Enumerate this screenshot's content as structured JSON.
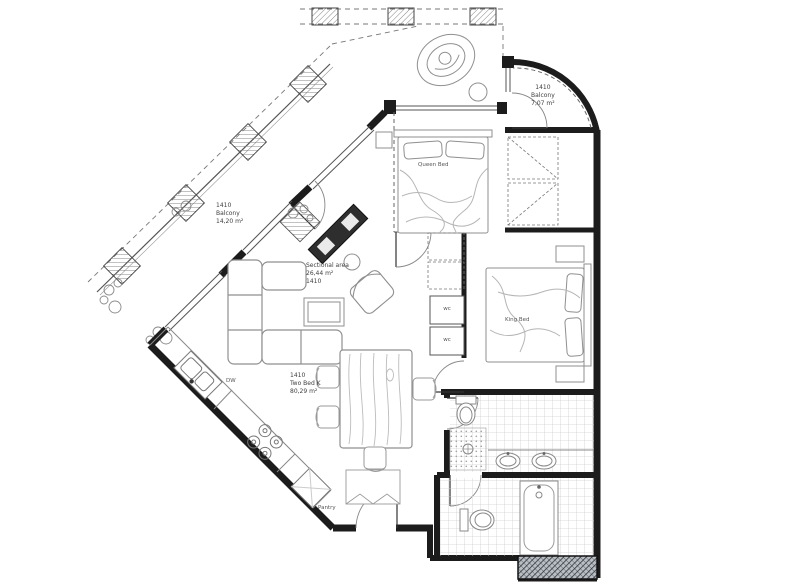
{
  "floor_plan": {
    "unit": {
      "number": "1410",
      "type": "Two Bed K",
      "area": "80,29 m²"
    },
    "living": {
      "name": "Sectional area",
      "area": "26,44 m²",
      "unit_number": "1410"
    },
    "balcony_left": {
      "unit_number": "1410",
      "name": "Balcony",
      "area": "14,20 m²"
    },
    "balcony_right": {
      "unit_number": "1410",
      "name": "Balcony",
      "area": "7,07 m²"
    },
    "rooms": {
      "queen_bed": "Queen Bed",
      "king_bed": "King Bed"
    },
    "kitchen": {
      "dishwasher": "DW",
      "pantry": "Pantry"
    },
    "closets": {
      "closet_1": "wc",
      "closet_2": "wc"
    }
  },
  "colors": {
    "wall": "#1c1c1c",
    "furniture_line": "#8f8f8f",
    "light_line": "#b5b5b5",
    "tile_line": "#cfcfcf",
    "dash_line": "#666666",
    "label_text": "#3f3f3f"
  }
}
